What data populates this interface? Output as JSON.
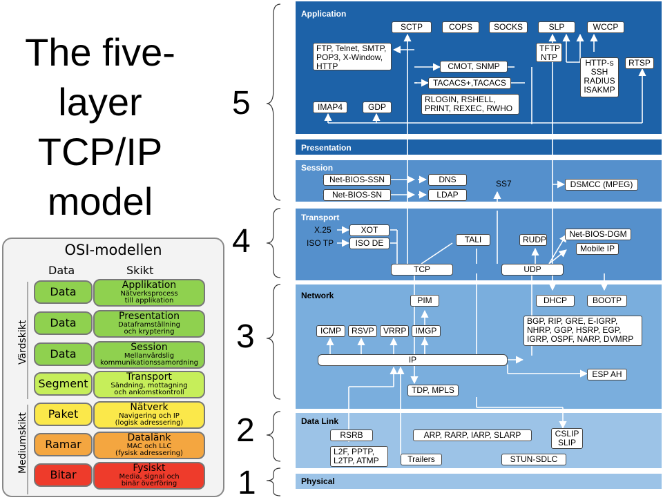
{
  "title_lines": [
    "The five-",
    "layer",
    "TCP/IP",
    "model"
  ],
  "osi": {
    "title": "OSI-modellen",
    "col_data": "Data",
    "col_layer": "Skikt",
    "host_layers_label": "Värdskikt",
    "media_layers_label": "Mediumskikt",
    "rows": [
      {
        "data": "Data",
        "layer": "Applikation",
        "desc1": "Nätverksprocess",
        "desc2": "till applikation"
      },
      {
        "data": "Data",
        "layer": "Presentation",
        "desc1": "Dataframställning",
        "desc2": "och kryptering"
      },
      {
        "data": "Data",
        "layer": "Session",
        "desc1": "Mellanvärdslig",
        "desc2": "kommunikationssamordning"
      },
      {
        "data": "Segment",
        "layer": "Transport",
        "desc1": "Sändning, mottagning",
        "desc2": "och ankomstkontroll"
      },
      {
        "data": "Paket",
        "layer": "Nätverk",
        "desc1": "Navigering och IP",
        "desc2": "(logisk adressering)"
      },
      {
        "data": "Ramar",
        "layer": "Datalänk",
        "desc1": "MAC och LLC",
        "desc2": "(fysisk adressering)"
      },
      {
        "data": "Bitar",
        "layer": "Fysiskt",
        "desc1": "Media, signal och",
        "desc2": "binär överföring"
      }
    ],
    "colors": {
      "green": "#8fd14f",
      "lightgreen": "#c6ee5a",
      "yellow": "#fbe84a",
      "orange": "#f4a640",
      "red": "#ee3b2b"
    }
  },
  "layer_numbers": [
    "5",
    "4",
    "3",
    "2",
    "1"
  ],
  "bands": {
    "application": "Application",
    "presentation": "Presentation",
    "session": "Session",
    "transport": "Transport",
    "network": "Network",
    "datalink": "Data Link",
    "physical": "Physical"
  },
  "app": {
    "sctp": "SCTP",
    "cops": "COPS",
    "socks": "SOCKS",
    "slp": "SLP",
    "wccp": "WCCP",
    "ftp1": "FTP, Telnet, SMTP,",
    "ftp2": "POP3, X-Window,",
    "ftp3": "HTTP",
    "tftp1": "TFTP",
    "tftp2": "NTP",
    "cmot": "CMOT, SNMP",
    "https1": "HTTP-s",
    "https2": "SSH",
    "https3": "RADIUS",
    "https4": "ISAKMP",
    "rtsp": "RTSP",
    "tacacs": "TACACS+,TACACS",
    "rlogin1": "RLOGIN, RSHELL,",
    "rlogin2": "PRINT, REXEC, RWHO",
    "imap": "IMAP4",
    "gdp": "GDP"
  },
  "session": {
    "nbssn": "Net-BIOS-SSN",
    "nbsn": "Net-BIOS-SN",
    "dns": "DNS",
    "ldap": "LDAP",
    "ss7": "SS7",
    "dsmcc": "DSMCC (MPEG)"
  },
  "transport": {
    "x25": "X.25",
    "isotp": "ISO TP",
    "xot": "XOT",
    "isode": "ISO DE",
    "tali": "TALI",
    "rudp": "RUDP",
    "nbdgm": "Net-BIOS-DGM",
    "mobileip": "Mobile IP",
    "tcp": "TCP",
    "udp": "UDP"
  },
  "network": {
    "pim": "PIM",
    "dhcp": "DHCP",
    "bootp": "BOOTP",
    "icmp": "ICMP",
    "rsvp": "RSVP",
    "vrrp": "VRRP",
    "imgp": "IMGP",
    "bgp1": "BGP, RIP, GRE, E-IGRP,",
    "bgp2": "NHRP, GGP, HSRP, EGP,",
    "bgp3": "IGRP, OSPF, NARP, DVMRP",
    "ip": "IP",
    "espah": "ESP AH",
    "tdp": "TDP, MPLS"
  },
  "datalink": {
    "rsrb": "RSRB",
    "arp": "ARP, RARP, IARP, SLARP",
    "cslip1": "CSLIP",
    "cslip2": "SLIP",
    "l2f1": "L2F, PPTP,",
    "l2f2": "L2TP, ATMP",
    "trailers": "Trailers",
    "stun": "STUN-SDLC"
  }
}
